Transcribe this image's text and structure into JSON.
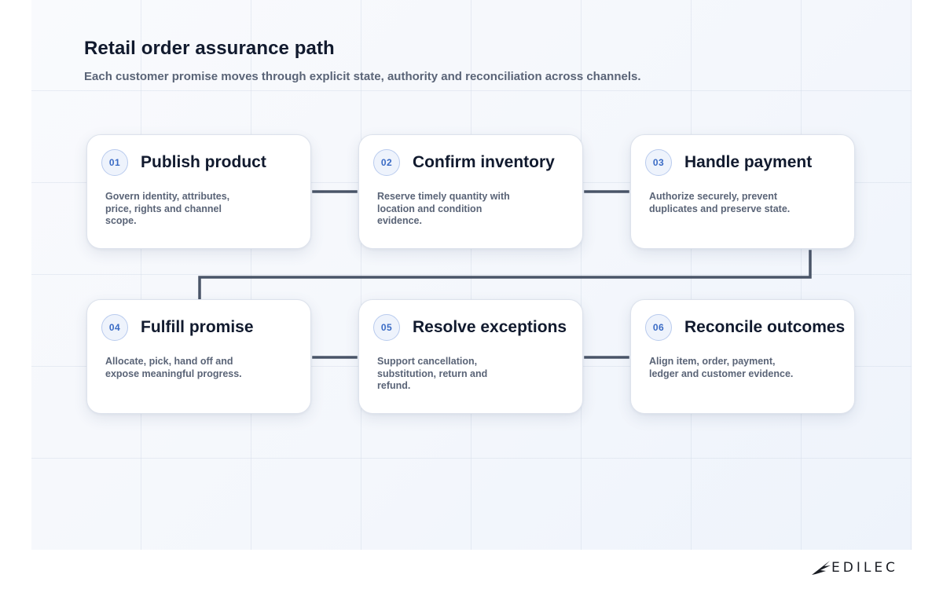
{
  "header": {
    "title": "Retail order assurance path",
    "subtitle": "Each customer promise moves through explicit state, authority and reconciliation across channels."
  },
  "steps": [
    {
      "number": "01",
      "title": "Publish product",
      "description": "Govern identity, attributes, price, rights and channel scope."
    },
    {
      "number": "02",
      "title": "Confirm inventory",
      "description": "Reserve timely quantity with location and condition evidence."
    },
    {
      "number": "03",
      "title": "Handle payment",
      "description": "Authorize securely, prevent duplicates and preserve state."
    },
    {
      "number": "04",
      "title": "Fulfill promise",
      "description": "Allocate, pick, hand off and expose meaningful progress."
    },
    {
      "number": "05",
      "title": "Resolve exceptions",
      "description": "Support cancellation, substitution, return and refund."
    },
    {
      "number": "06",
      "title": "Reconcile outcomes",
      "description": "Align item, order, payment, ledger and customer evidence."
    }
  ],
  "brand": {
    "logo_text": "EDILEC",
    "accent_color": "#3a6bc5",
    "connector_color": "#4a5568"
  }
}
